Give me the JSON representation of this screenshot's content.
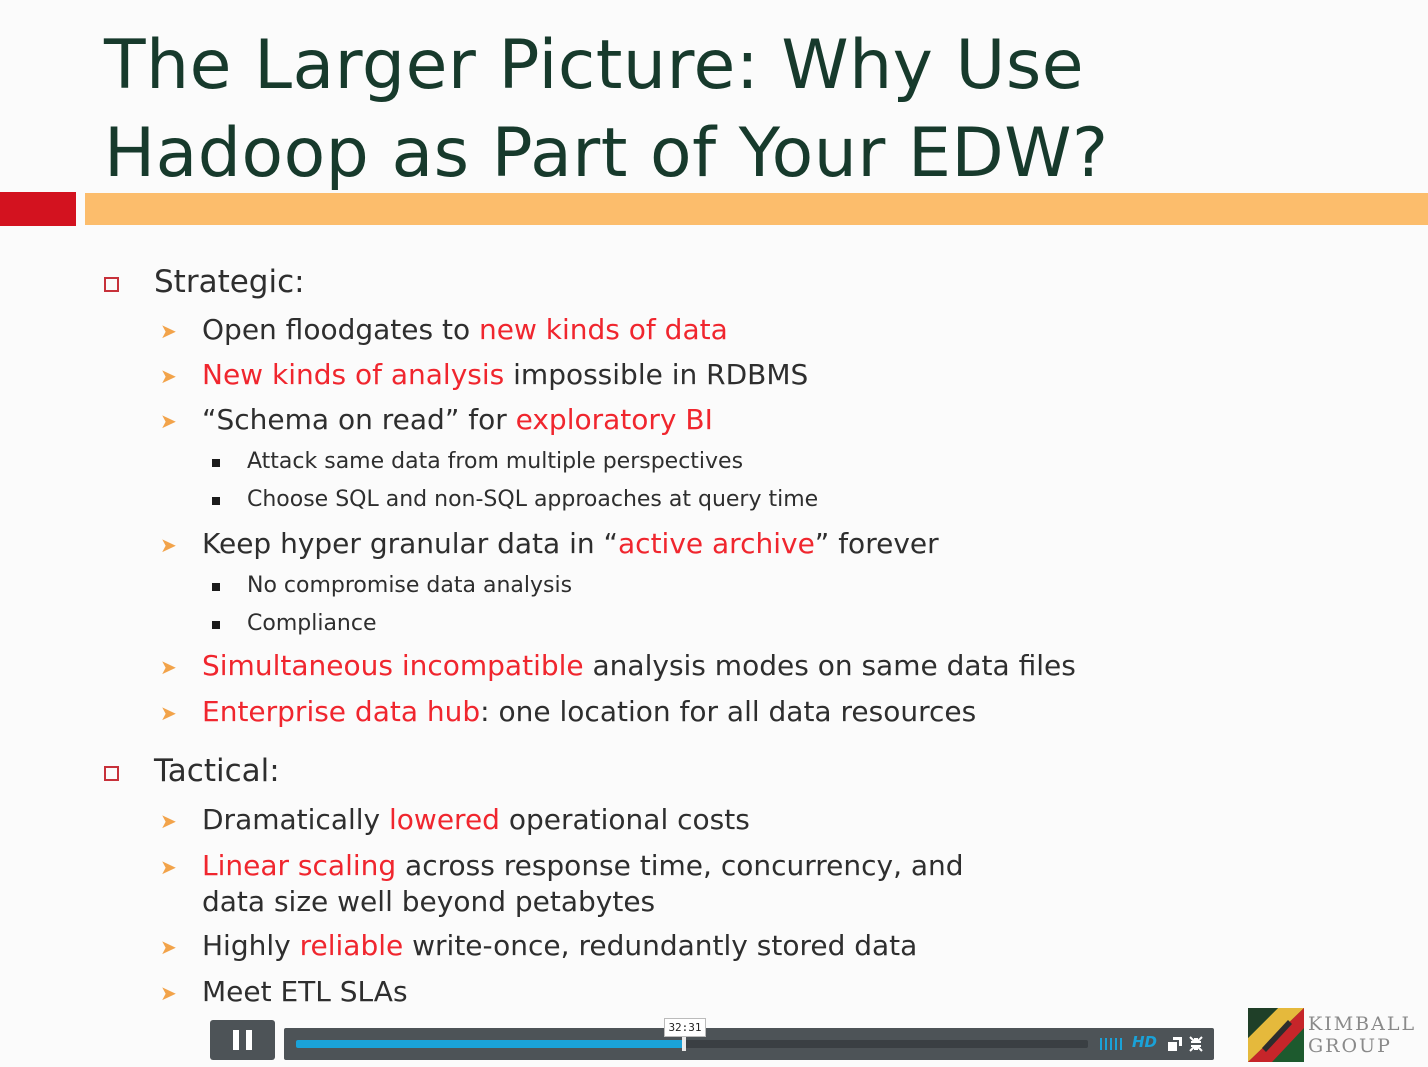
{
  "slide": {
    "title_line1": "The Larger Picture: Why Use",
    "title_line2": "Hadoop as Part of Your EDW?",
    "strategic": {
      "heading": "Strategic:",
      "b1": {
        "a": "Open floodgates to ",
        "b": "new kinds of data"
      },
      "b2": {
        "a": "New kinds of analysis",
        "b": " impossible in RDBMS"
      },
      "b3": {
        "a": "“Schema on read” for ",
        "b": "exploratory BI"
      },
      "b3_sub1": "Attack same data from multiple perspectives",
      "b3_sub2": "Choose SQL and non-SQL approaches at query time",
      "b4": {
        "a": "Keep hyper granular data in “",
        "b": "active archive",
        "c": "” forever"
      },
      "b4_sub1": "No compromise data analysis",
      "b4_sub2": "Compliance",
      "b5": {
        "a": "Simultaneous incompatible",
        "b": " analysis modes on same data files"
      },
      "b6": {
        "a": "Enterprise data hub",
        "b": ": one location for all data resources"
      }
    },
    "tactical": {
      "heading": "Tactical:",
      "b1": {
        "a": "Dramatically ",
        "b": "lowered",
        "c": " operational costs"
      },
      "b2": {
        "a": "Linear scaling",
        "b": " across response time, concurrency, and",
        "line2": "data size well beyond petabytes"
      },
      "b3": {
        "a": "Highly ",
        "b": "reliable",
        "c": " write-once, redundantly stored data"
      },
      "b4": "Meet ETL SLAs"
    },
    "colors": {
      "title": "#173a2c",
      "accent_red": "#d3121f",
      "accent_orange": "#fcbd6c",
      "highlight_text": "#f0262e"
    }
  },
  "player": {
    "time": "32:31",
    "progress_fraction": 0.49,
    "hd_label": "HD",
    "icons": [
      "pause-icon",
      "volume-icon",
      "popout-icon",
      "fullscreen-exit-icon"
    ],
    "accent": "#1aa2d8"
  },
  "logo": {
    "line1": "KIMBALL",
    "line2": "GROUP"
  }
}
